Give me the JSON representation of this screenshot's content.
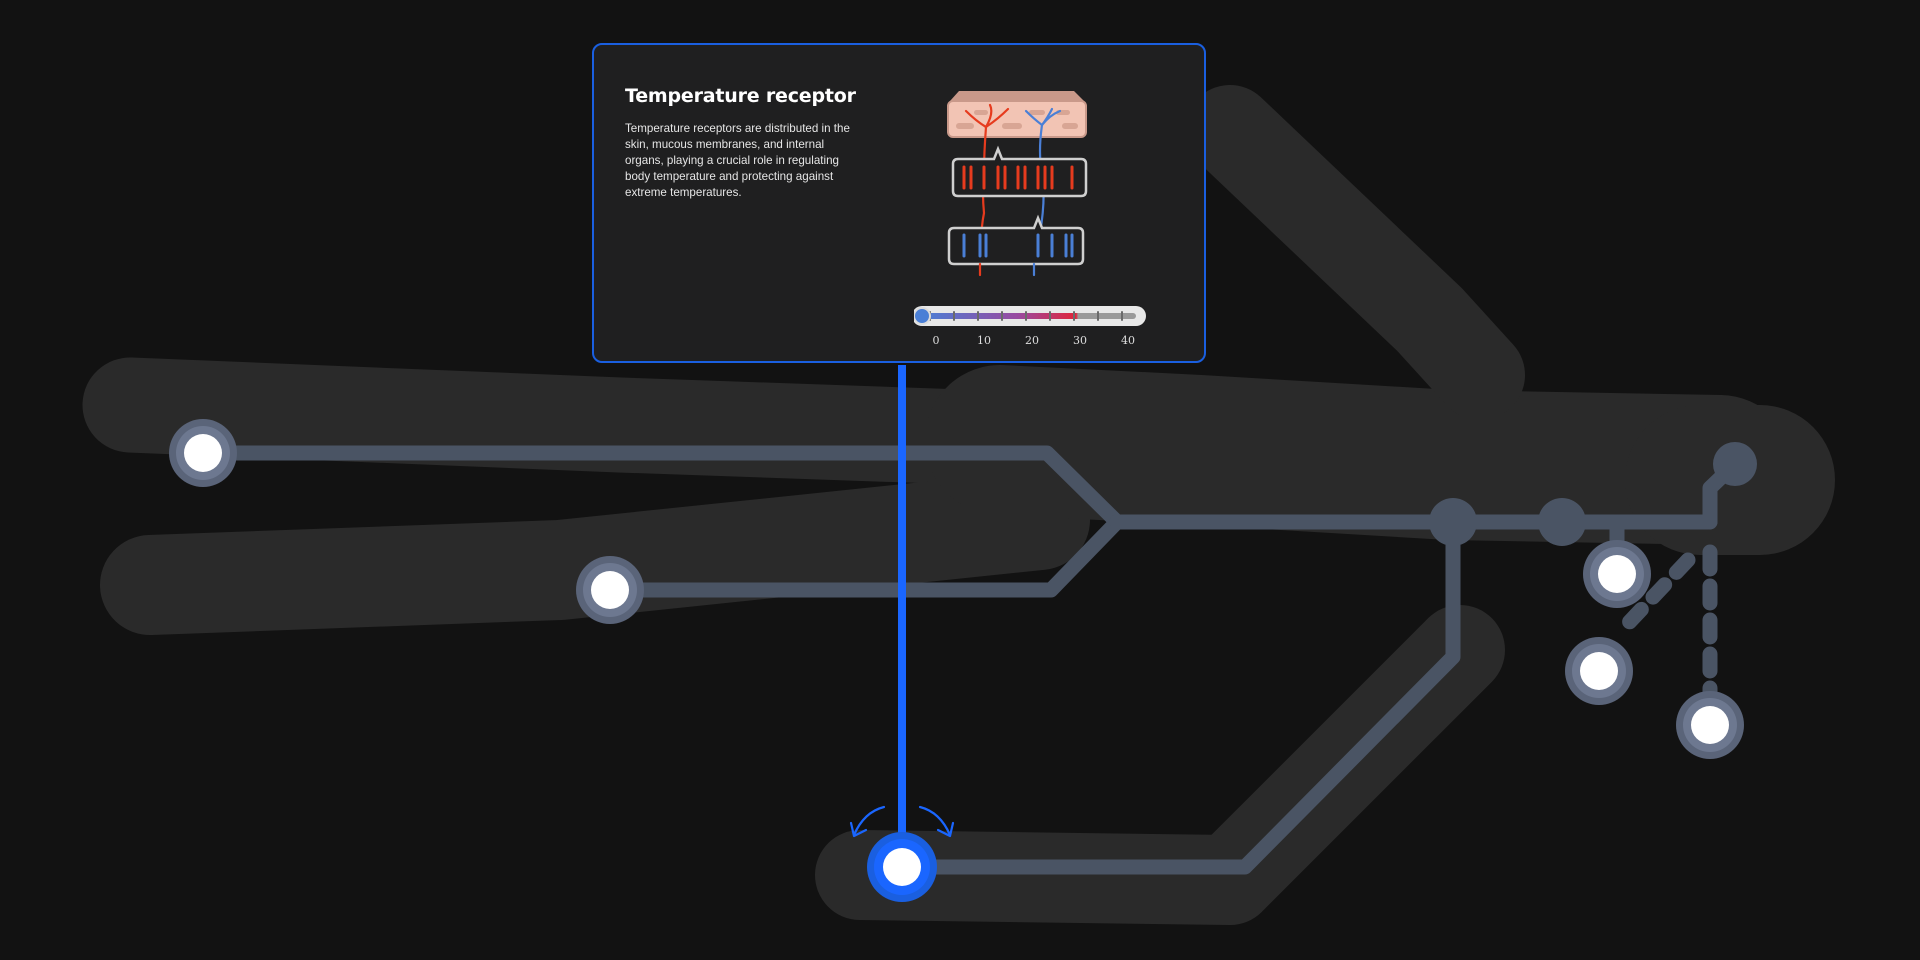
{
  "info_card": {
    "title": "Temperature receptor",
    "description": "Temperature receptors are distributed in the skin, mucous membranes, and internal organs, playing a crucial role in regulating body temperature and protecting against extreme temperatures."
  },
  "thermometer": {
    "ticks": [
      "0",
      "10",
      "20",
      "30",
      "40"
    ],
    "value": 0
  },
  "colors": {
    "accent": "#1a66ff",
    "node": "#5a6479",
    "line": "#4a5464",
    "silhouette": "#2a2a2a",
    "warm": "#e63b1e",
    "cold": "#4a7fd6",
    "skin": "#f2c4b4"
  },
  "skeleton": {
    "nodes": [
      {
        "id": "left-hand-node",
        "active": false
      },
      {
        "id": "right-hand-node",
        "active": false
      },
      {
        "id": "foot-node",
        "active": true
      },
      {
        "id": "head-node-upper",
        "active": false
      },
      {
        "id": "head-node-middle",
        "active": false
      },
      {
        "id": "head-node-lower",
        "active": false
      }
    ]
  },
  "icons": {
    "rotate_left": "rotate-left-arrow-icon",
    "rotate_right": "rotate-right-arrow-icon"
  }
}
